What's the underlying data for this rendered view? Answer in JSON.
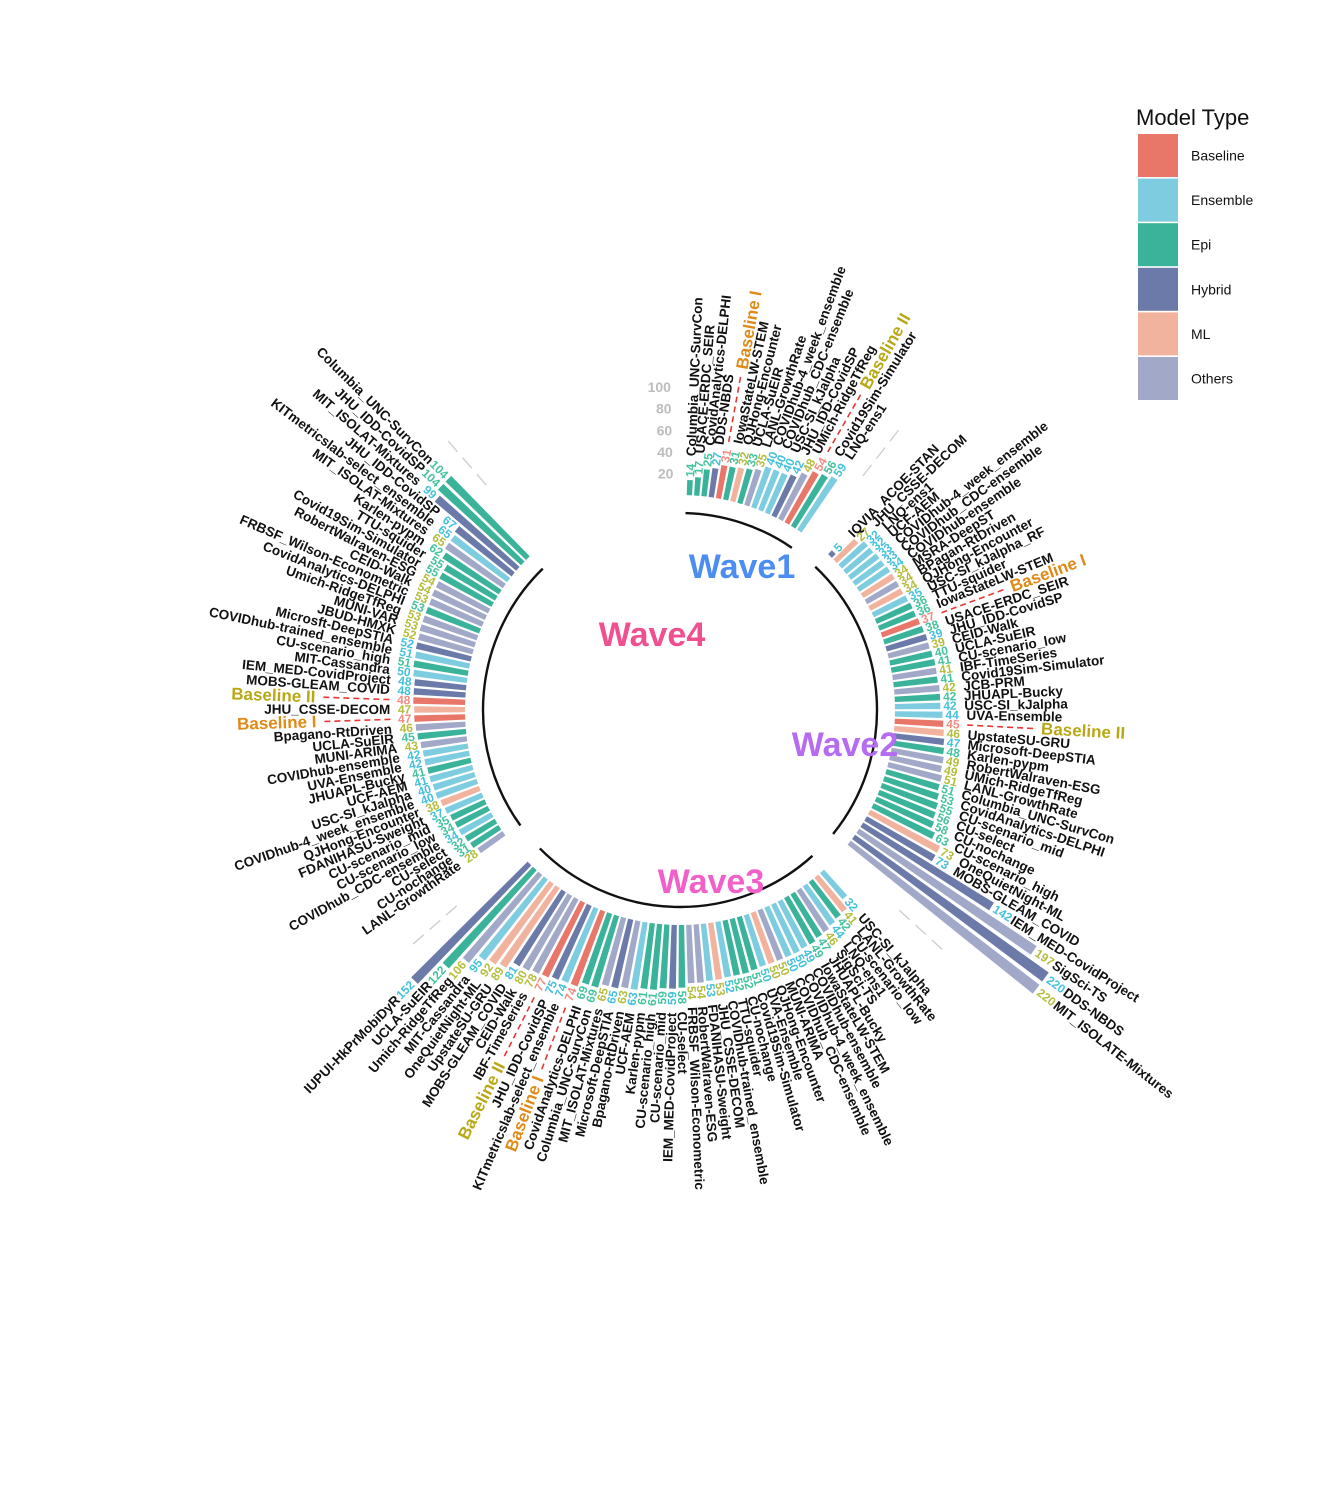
{
  "legend": {
    "title": "Model Type",
    "items": [
      {
        "type": "Baseline",
        "color": "#E8776A"
      },
      {
        "type": "Ensemble",
        "color": "#7ECCE0"
      },
      {
        "type": "Epi",
        "color": "#3BB39A"
      },
      {
        "type": "Hybrid",
        "color": "#6B7AA8"
      },
      {
        "type": "ML",
        "color": "#F2B39E"
      },
      {
        "type": "Others",
        "color": "#A2A9C8"
      }
    ]
  },
  "palette": {
    "value_colors": {
      "Baseline": "#F08C84",
      "Ensemble": "#45C1DA",
      "Epi": "#46C39E",
      "Hybrid": "#45C1DA",
      "ML": "#B5BD3E",
      "Others": "#B5BD3E"
    },
    "baseline_I": "#E08A18",
    "baseline_II": "#B9A816",
    "axis_ticks": "#bdbdbd",
    "wave_colors": {
      "Wave1": "#4B8DF0",
      "Wave2": "#B56CF0",
      "Wave3": "#F060C8",
      "Wave4": "#F04F90"
    }
  },
  "chart_data": {
    "type": "bar",
    "layout": "circular",
    "radial_scale": {
      "ticks": [
        20,
        40,
        60,
        80,
        100
      ],
      "max_value": 220
    },
    "waves": [
      {
        "name": "Wave1",
        "bars": [
          {
            "model": "Columbia_UNC-SurvCon",
            "value": 14,
            "type": "Epi"
          },
          {
            "model": "USACE-ERDC_SEIR",
            "value": 17,
            "type": "Epi"
          },
          {
            "model": "CovidAnalytics-DELPHI",
            "value": 25,
            "type": "Epi"
          },
          {
            "model": "DDS-NBDS",
            "value": 27,
            "type": "Hybrid"
          },
          {
            "model": "Baseline I",
            "value": 31,
            "type": "Baseline"
          },
          {
            "model": "IowaStateLW-STEM",
            "value": 31,
            "type": "Epi"
          },
          {
            "model": "QJHong-Encounter",
            "value": 32,
            "type": "ML"
          },
          {
            "model": "UCLA-SuEIR",
            "value": 33,
            "type": "Epi"
          },
          {
            "model": "LANL-GrowthRate",
            "value": 35,
            "type": "Others"
          },
          {
            "model": "COVIDhub-4_week_ensemble",
            "value": 40,
            "type": "Ensemble"
          },
          {
            "model": "COVIDhub_CDC-ensemble",
            "value": 40,
            "type": "Ensemble"
          },
          {
            "model": "USC-SI_kJalpha",
            "value": 40,
            "type": "Ensemble"
          },
          {
            "model": "JHU_IDD-CovidSP",
            "value": 42,
            "type": "Hybrid"
          },
          {
            "model": "UMich-RidgeTfReg",
            "value": 48,
            "type": "Others"
          },
          {
            "model": "Baseline II",
            "value": 54,
            "type": "Baseline"
          },
          {
            "model": "Covid19Sim-Simulator",
            "value": 56,
            "type": "Epi"
          },
          {
            "model": "LNQ-ens1",
            "value": 59,
            "type": "Ensemble"
          }
        ]
      },
      {
        "name": "Wave2",
        "bars": [
          {
            "model": "IQVIA_ACOE-STAN",
            "value": 5,
            "type": "Hybrid"
          },
          {
            "model": "JHU_CSSE-DECOM",
            "value": 27,
            "type": "ML"
          },
          {
            "model": "LNQ-ens1",
            "value": 32,
            "type": "Ensemble"
          },
          {
            "model": "UCF-AEM",
            "value": 32,
            "type": "Ensemble"
          },
          {
            "model": "COVIDhub-4_week_ensemble",
            "value": 33,
            "type": "Ensemble"
          },
          {
            "model": "COVIDhub_CDC-ensemble",
            "value": 33,
            "type": "Ensemble"
          },
          {
            "model": "COVIDhub-ensemble",
            "value": 34,
            "type": "Ensemble"
          },
          {
            "model": "MSRA-DeepST",
            "value": 34,
            "type": "ML"
          },
          {
            "model": "BPagan-RtDriven",
            "value": 34,
            "type": "Others"
          },
          {
            "model": "QJHong-Encounter",
            "value": 34,
            "type": "ML"
          },
          {
            "model": "USC-SI_kJalpha_RF",
            "value": 35,
            "type": "Ensemble"
          },
          {
            "model": "TTU-squider",
            "value": 36,
            "type": "Epi"
          },
          {
            "model": "IowaStateLW-STEM",
            "value": 36,
            "type": "Epi"
          },
          {
            "model": "Baseline I",
            "value": 37,
            "type": "Baseline"
          },
          {
            "model": "USACE-ERDC_SEIR",
            "value": 38,
            "type": "Epi"
          },
          {
            "model": "JHU_IDD-CovidSP",
            "value": 39,
            "type": "Hybrid"
          },
          {
            "model": "CEID-Walk",
            "value": 39,
            "type": "Others"
          },
          {
            "model": "UCLA-SuEIR",
            "value": 40,
            "type": "Epi"
          },
          {
            "model": "CU-scenario_low",
            "value": 41,
            "type": "Epi"
          },
          {
            "model": "IBF-TimeSeries",
            "value": 41,
            "type": "Others"
          },
          {
            "model": "Covid19Sim-Simulator",
            "value": 41,
            "type": "Epi"
          },
          {
            "model": "JCB-PRM",
            "value": 42,
            "type": "Others"
          },
          {
            "model": "JHUAPL-Bucky",
            "value": 42,
            "type": "Epi"
          },
          {
            "model": "USC-SI_kJalpha",
            "value": 42,
            "type": "Ensemble"
          },
          {
            "model": "UVA-Ensemble",
            "value": 44,
            "type": "Ensemble"
          },
          {
            "model": "Baseline II",
            "value": 45,
            "type": "Baseline"
          },
          {
            "model": "UpstateSU-GRU",
            "value": 46,
            "type": "ML"
          },
          {
            "model": "Microsoft-DeepSTIA",
            "value": 47,
            "type": "Hybrid"
          },
          {
            "model": "Karlen-pypm",
            "value": 48,
            "type": "Epi"
          },
          {
            "model": "RobertWalraven-ESG",
            "value": 49,
            "type": "Others"
          },
          {
            "model": "UMich-RidgeTfReg",
            "value": 49,
            "type": "Others"
          },
          {
            "model": "LANL-GrowthRate",
            "value": 51,
            "type": "Others"
          },
          {
            "model": "Columbia_UNC-SurvCon",
            "value": 51,
            "type": "Epi"
          },
          {
            "model": "CovidAnalytics-DELPHI",
            "value": 53,
            "type": "Epi"
          },
          {
            "model": "CU-scenario_mid",
            "value": 55,
            "type": "Epi"
          },
          {
            "model": "CU-select",
            "value": 56,
            "type": "Epi"
          },
          {
            "model": "CU-nochange",
            "value": 58,
            "type": "Epi"
          },
          {
            "model": "CU-scenario_high",
            "value": 63,
            "type": "Epi"
          },
          {
            "model": "OneQuietNight-ML",
            "value": 73,
            "type": "ML"
          },
          {
            "model": "MOBS-GLEAM_COVID",
            "value": 73,
            "type": "Hybrid"
          },
          {
            "model": "IEM_MED-CovidProject",
            "value": 142,
            "type": "Hybrid"
          },
          {
            "model": "SigSci-TS",
            "value": 197,
            "type": "Others"
          },
          {
            "model": "DDS-NBDS",
            "value": 220,
            "type": "Hybrid"
          },
          {
            "model": "MIT_ISOLATE-Mixtures",
            "value": 220,
            "type": "Others"
          }
        ]
      },
      {
        "name": "Wave3",
        "bars": [
          {
            "model": "USC-SI_kJalpha",
            "value": 32,
            "type": "Ensemble"
          },
          {
            "model": "LANL-GrowthRate",
            "value": 41,
            "type": "ML"
          },
          {
            "model": "CU-scenario_low",
            "value": 42,
            "type": "Epi"
          },
          {
            "model": "LNQ-ens1",
            "value": 44,
            "type": "Ensemble"
          },
          {
            "model": "SigSci-TS",
            "value": 46,
            "type": "Others"
          },
          {
            "model": "JHUAPL-Bucky",
            "value": 47,
            "type": "Epi"
          },
          {
            "model": "IowaStateLW-STEM",
            "value": 49,
            "type": "Epi"
          },
          {
            "model": "COVIDhub-ensemble",
            "value": 49,
            "type": "Ensemble"
          },
          {
            "model": "COVIDhub-4_week_ensemble",
            "value": 50,
            "type": "Ensemble"
          },
          {
            "model": "COVIDhub_CDC-ensemble",
            "value": 50,
            "type": "Ensemble"
          },
          {
            "model": "MUNI-ARIMA",
            "value": 50,
            "type": "Others"
          },
          {
            "model": "QJHong-Encounter",
            "value": 50,
            "type": "ML"
          },
          {
            "model": "UVA-Ensemble",
            "value": 50,
            "type": "Ensemble"
          },
          {
            "model": "Covid19Sim-Simulator",
            "value": 51,
            "type": "Epi"
          },
          {
            "model": "CU-nochange",
            "value": 52,
            "type": "Epi"
          },
          {
            "model": "TTU-squider",
            "value": 52,
            "type": "Epi"
          },
          {
            "model": "COVIDhub-trained_ensemble",
            "value": 52,
            "type": "Ensemble"
          },
          {
            "model": "JHU_CSSE-DECOM",
            "value": 53,
            "type": "ML"
          },
          {
            "model": "FDANIHASU-Sweight",
            "value": 53,
            "type": "Ensemble"
          },
          {
            "model": "RobertWalraven-ESG",
            "value": 54,
            "type": "Others"
          },
          {
            "model": "FRBSF_Wilson-Econometric",
            "value": 54,
            "type": "Others"
          },
          {
            "model": "CU-select",
            "value": 58,
            "type": "Epi"
          },
          {
            "model": "IEM_MED-CovidProject",
            "value": 59,
            "type": "Hybrid"
          },
          {
            "model": "CU-scenario_mid",
            "value": 59,
            "type": "Epi"
          },
          {
            "model": "CU-scenario_high",
            "value": 61,
            "type": "Epi"
          },
          {
            "model": "Karlen-pypm",
            "value": 61,
            "type": "Epi"
          },
          {
            "model": "UCF-AEM",
            "value": 63,
            "type": "Ensemble"
          },
          {
            "model": "Bpagano-RtDriven",
            "value": 63,
            "type": "Others"
          },
          {
            "model": "Microsoft-DeepSTIA",
            "value": 65,
            "type": "Hybrid"
          },
          {
            "model": "MIT_ISOLAT-Mixtures",
            "value": 65,
            "type": "Others"
          },
          {
            "model": "Columbia_UNC-SurvCon",
            "value": 69,
            "type": "Epi"
          },
          {
            "model": "CovidAnalytics-DELPHI",
            "value": 69,
            "type": "Epi"
          },
          {
            "model": "Baseline I",
            "value": 74,
            "type": "Baseline"
          },
          {
            "model": "KITmetricslab-select_ensemble",
            "value": 74,
            "type": "Ensemble"
          },
          {
            "model": "JHU_IDD-CovidSP",
            "value": 75,
            "type": "Hybrid"
          },
          {
            "model": "Baseline II",
            "value": 77,
            "type": "Baseline"
          },
          {
            "model": "IBF-TimeSeries",
            "value": 78,
            "type": "Others"
          },
          {
            "model": "CEID-Walk",
            "value": 80,
            "type": "Others"
          },
          {
            "model": "MOBS-GLEAM_COVID",
            "value": 81,
            "type": "Hybrid"
          },
          {
            "model": "UpstateSU-GRU",
            "value": 89,
            "type": "ML"
          },
          {
            "model": "OneQuietNight-ML",
            "value": 92,
            "type": "ML"
          },
          {
            "model": "MIT-Cassandra",
            "value": 95,
            "type": "Ensemble"
          },
          {
            "model": "Umich-RidgeTfReg",
            "value": 106,
            "type": "Others"
          },
          {
            "model": "UCLA-SuEIR",
            "value": 122,
            "type": "Epi"
          },
          {
            "model": "IUPUI-HkPrMobiDyR",
            "value": 152,
            "type": "Hybrid"
          }
        ]
      },
      {
        "name": "Wave4",
        "bars": [
          {
            "model": "LANL-GrowthRate",
            "value": 28,
            "type": "Others"
          },
          {
            "model": "CU-nochange",
            "value": 31,
            "type": "Epi"
          },
          {
            "model": "CU-select",
            "value": 32,
            "type": "Epi"
          },
          {
            "model": "COVIDhub_CDC-ensemble",
            "value": 34,
            "type": "Ensemble"
          },
          {
            "model": "CU-scenario_low",
            "value": 34,
            "type": "Epi"
          },
          {
            "model": "CU-scenario_mid",
            "value": 35,
            "type": "Epi"
          },
          {
            "model": "FDANIHASU-Sweight",
            "value": 37,
            "type": "Ensemble"
          },
          {
            "model": "QJHong-Encounter",
            "value": 38,
            "type": "ML"
          },
          {
            "model": "COVIDhub-4_week_ensemble",
            "value": 40,
            "type": "Ensemble"
          },
          {
            "model": "USC-SI_kJalpha",
            "value": 40,
            "type": "Ensemble"
          },
          {
            "model": "UCF-AEM",
            "value": 41,
            "type": "Ensemble"
          },
          {
            "model": "JHUAPL-Bucky",
            "value": 41,
            "type": "Epi"
          },
          {
            "model": "UVA-Ensemble",
            "value": 42,
            "type": "Ensemble"
          },
          {
            "model": "COVIDhub-ensemble",
            "value": 42,
            "type": "Ensemble"
          },
          {
            "model": "MUNI-ARIMA",
            "value": 43,
            "type": "Others"
          },
          {
            "model": "UCLA-SuEIR",
            "value": 45,
            "type": "Epi"
          },
          {
            "model": "Bpagano-RtDriven",
            "value": 46,
            "type": "Others"
          },
          {
            "model": "Baseline I",
            "value": 47,
            "type": "Baseline"
          },
          {
            "model": "JHU_CSSE-DECOM",
            "value": 47,
            "type": "ML"
          },
          {
            "model": "Baseline II",
            "value": 48,
            "type": "Baseline"
          },
          {
            "model": "MOBS-GLEAM_COVID",
            "value": 48,
            "type": "Hybrid"
          },
          {
            "model": "IEM_MED-CovidProject",
            "value": 48,
            "type": "Hybrid"
          },
          {
            "model": "MIT-Cassandra",
            "value": 50,
            "type": "Ensemble"
          },
          {
            "model": "CU-scenario_high",
            "value": 51,
            "type": "Epi"
          },
          {
            "model": "COVIDhub-trained_ensemble",
            "value": 51,
            "type": "Ensemble"
          },
          {
            "model": "Microsft-DeepSTIA",
            "value": 52,
            "type": "Hybrid"
          },
          {
            "model": "JBUD-HMXK",
            "value": 52,
            "type": "Others"
          },
          {
            "model": "MUNI-VAR",
            "value": 53,
            "type": "Others"
          },
          {
            "model": "Umich-RidgeTfReg",
            "value": 53,
            "type": "Others"
          },
          {
            "model": "CovidAnalytics-DELPHI",
            "value": 53,
            "type": "Epi"
          },
          {
            "model": "FRBSF_Wilson-Econometric",
            "value": 53,
            "type": "Others"
          },
          {
            "model": "CEID-Walk",
            "value": 54,
            "type": "Others"
          },
          {
            "model": "RobertWalraven-ESG",
            "value": 54,
            "type": "Others"
          },
          {
            "model": "Covid19Sim-Simulator",
            "value": 55,
            "type": "Epi"
          },
          {
            "model": "TTU-squider",
            "value": 55,
            "type": "Epi"
          },
          {
            "model": "Karlen-pypm",
            "value": 62,
            "type": "Epi"
          },
          {
            "model": "MIT_ISOLAT-Mixtures",
            "value": 65,
            "type": "Others"
          },
          {
            "model": "KITmetricslab-select_ensemble",
            "value": 65,
            "type": "Ensemble"
          },
          {
            "model": "JHU_IDD-CovidSP",
            "value": 67,
            "type": "Hybrid"
          },
          {
            "model": "MIT_ISOLAT-Mixtures",
            "value": 99,
            "type": "Hybrid"
          },
          {
            "model": "JHU_IDD-CovidSP",
            "value": 104,
            "type": "Epi"
          },
          {
            "model": "Columbia_UNC-SurvCon",
            "value": 104,
            "type": "Epi"
          }
        ]
      }
    ]
  }
}
